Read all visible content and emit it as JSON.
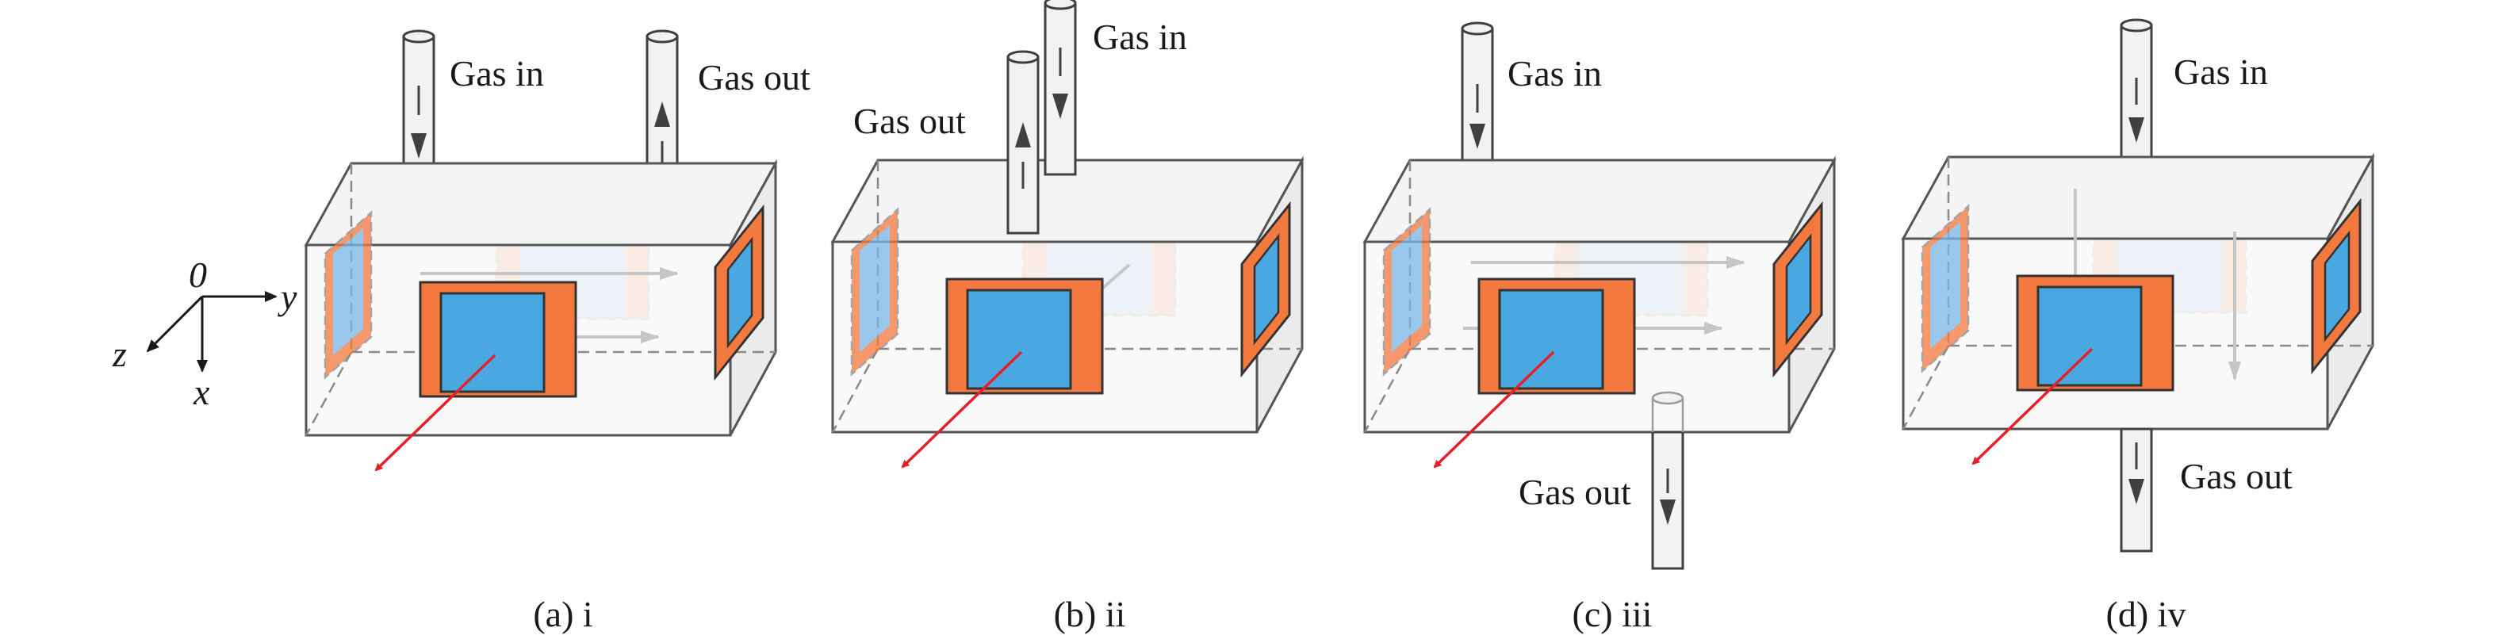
{
  "axes": {
    "origin": "0",
    "y": "y",
    "z": "z",
    "x": "x"
  },
  "colors": {
    "window_orange": "#f4793f",
    "window_blue": "#4aa8e0",
    "outline": "#404040",
    "beam_red": "#e5202a",
    "flow_gray": "#c6c6c6",
    "tube_fill": "#f2f2f2"
  },
  "panels": [
    {
      "caption": "(a) i",
      "gas_in": "Gas in",
      "gas_out": "Gas out"
    },
    {
      "caption": "(b) ii",
      "gas_in": "Gas in",
      "gas_out": "Gas out"
    },
    {
      "caption": "(c) iii",
      "gas_in": "Gas in",
      "gas_out": "Gas out"
    },
    {
      "caption": "(d) iv",
      "gas_in": "Gas in",
      "gas_out": "Gas out"
    }
  ]
}
